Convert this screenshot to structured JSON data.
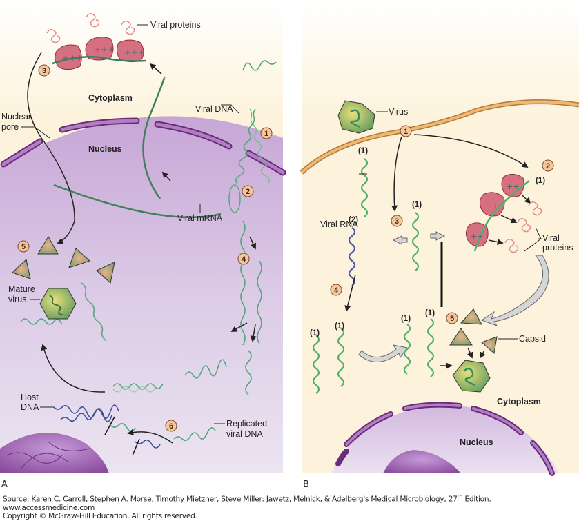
{
  "figure": {
    "panel_a": {
      "letter": "A",
      "labels": {
        "viral_proteins": "Viral proteins",
        "cytoplasm": "Cytoplasm",
        "nuclear_pore_line1": "Nuclear",
        "nuclear_pore_line2": "pore",
        "nucleus": "Nucleus",
        "viral_dna": "Viral DNA",
        "viral_mrna": "Viral mRNA",
        "mature_virus_line1": "Mature",
        "mature_virus_line2": "virus",
        "host_dna_line1": "Host",
        "host_dna_line2": "DNA",
        "replicated_line1": "Replicated",
        "replicated_line2": "viral DNA"
      },
      "steps": [
        "1",
        "2",
        "3",
        "4",
        "5",
        "6"
      ]
    },
    "panel_b": {
      "letter": "B",
      "labels": {
        "virus": "Virus",
        "viral_rna": "Viral RNA",
        "viral_proteins_line1": "Viral",
        "viral_proteins_line2": "proteins",
        "capsid": "Capsid",
        "cytoplasm": "Cytoplasm",
        "nucleus": "Nucleus"
      },
      "steps": [
        "1",
        "2",
        "3",
        "4",
        "5"
      ],
      "strand_tags": {
        "plus": "(1)",
        "minus": "(2)"
      }
    }
  },
  "caption": {
    "source_prefix": "Source: Karen C. Carroll, Stephen A. Morse, Timothy Mietzner, Steve Miller: Jawetz, Melnick, & Adelberg's Medical Microbiology, 27",
    "source_sup": "th",
    "source_suffix": " Edition.",
    "website": "www.accessmedicine.com",
    "copyright": "Copyright © McGraw-Hill Education.  All rights reserved."
  },
  "colors": {
    "cytoplasm": "#fdf3dc",
    "nucleus": "#d9c6e2",
    "nuclear_envelope": "#7a2f8a",
    "viral_dna": "#4fa87a",
    "host_dna": "#3d4f9a",
    "step_badge": "#f6c69a",
    "ribosome": "#d66f80",
    "viral_protein": "#e08a8a",
    "cell_membrane": "#f0b872"
  }
}
